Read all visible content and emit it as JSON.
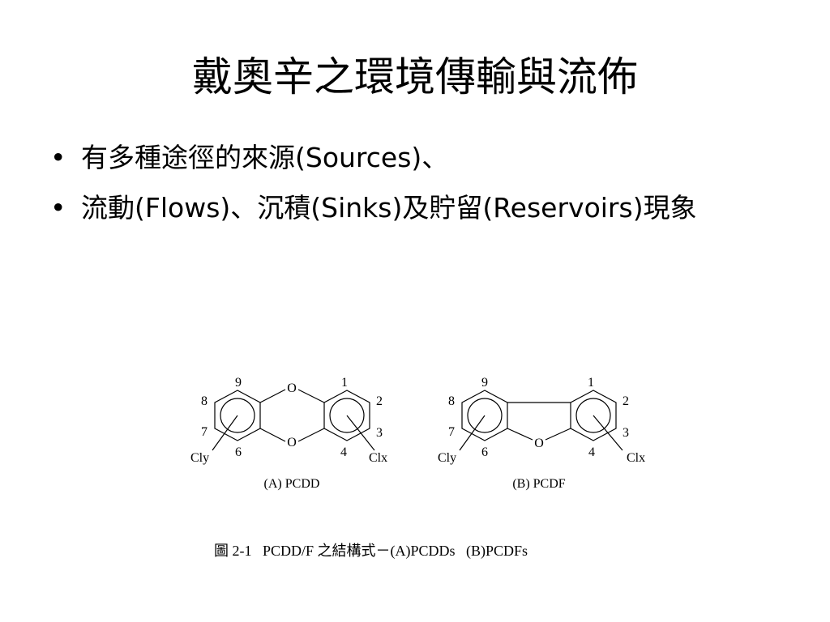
{
  "slide": {
    "title": "戴奧辛之環境傳輸與流佈",
    "bullets": [
      {
        "marker": "•",
        "text": "有多種途徑的來源(Sources)、"
      },
      {
        "marker": "•",
        "text": "流動(Flows)、沉積(Sinks)及貯留(Reservoirs)現象"
      }
    ]
  },
  "figure": {
    "pcdd": {
      "label": "(A) PCDD",
      "oxygen_top": "O",
      "oxygen_bottom": "O",
      "positions": {
        "p9": "9",
        "p8": "8",
        "p7": "7",
        "p6": "6",
        "p1": "1",
        "p2": "2",
        "p3": "3",
        "p4": "4"
      },
      "subst_left": "Cly",
      "subst_right": "Clx"
    },
    "pcdf": {
      "label": "(B) PCDF",
      "oxygen": "O",
      "positions": {
        "p9": "9",
        "p8": "8",
        "p7": "7",
        "p6": "6",
        "p1": "1",
        "p2": "2",
        "p3": "3",
        "p4": "4"
      },
      "subst_left": "Cly",
      "subst_right": "Clx"
    },
    "caption": "圖 2-1   PCDD/F 之結構式－(A)PCDDs   (B)PCDFs"
  }
}
